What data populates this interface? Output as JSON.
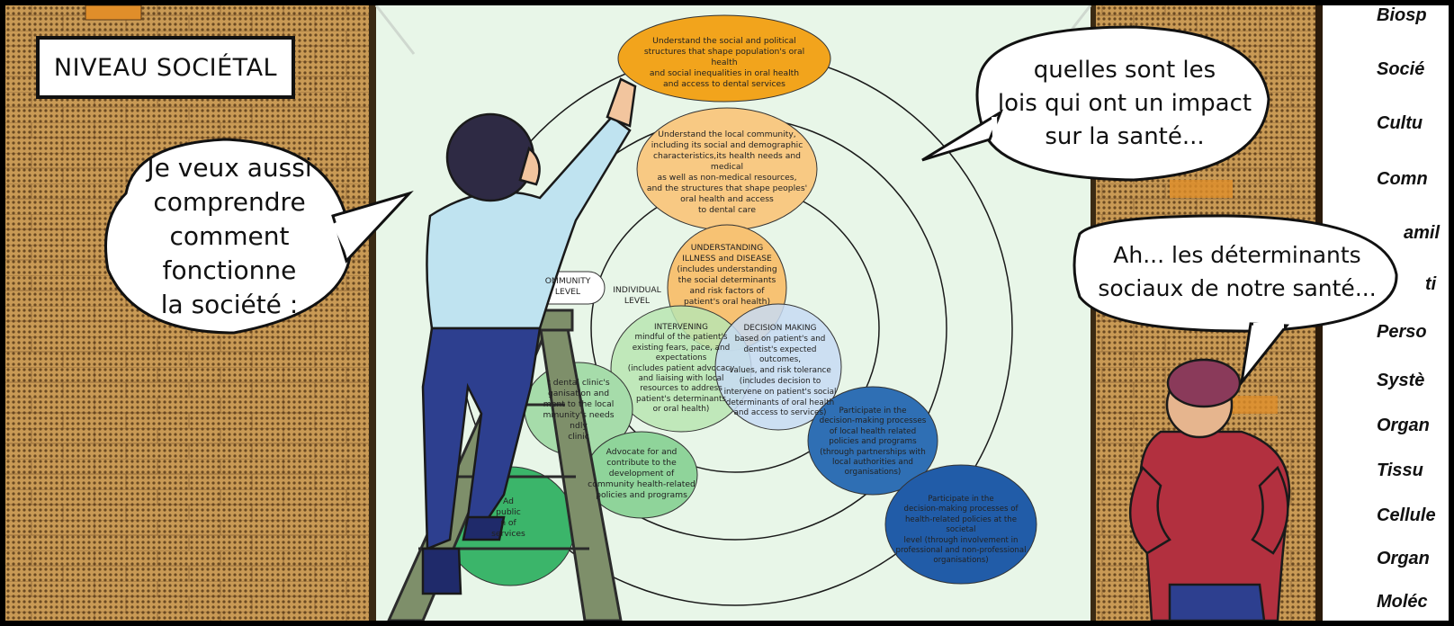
{
  "caption": {
    "text": "NIVEAU SOCIÉTAL"
  },
  "bubbles": {
    "left": [
      "Je veux aussi",
      "comprendre",
      "comment",
      "fonctionne",
      "la société :"
    ],
    "top_right": [
      "quelles sont les",
      "lois qui ont un impact",
      "sur la santé..."
    ],
    "right": [
      "Ah... les déterminants",
      "sociaux de notre santé..."
    ]
  },
  "diagram": {
    "societal_top": [
      "Understand the social and political",
      "structures that shape population's oral health",
      "and social inequalities in oral health",
      "and access to dental services"
    ],
    "community_top": [
      "Understand the local community,",
      "including its social and demographic",
      "characteristics,its health needs and medical",
      "as well as non-medical resources,",
      "and the structures that shape peoples'",
      "oral health and access",
      "to dental care"
    ],
    "understanding": [
      "UNDERSTANDING",
      "ILLNESS and DISEASE",
      "(includes understanding",
      "the social determinants",
      "and risk factors of",
      "patient's oral health)"
    ],
    "intervening": [
      "INTERVENING",
      "mindful of the patient's",
      "existing fears, pace, and",
      "expectations",
      "(includes patient advocacy",
      "and liaising with local",
      "resources to address",
      "patient's determinants",
      "or oral health)"
    ],
    "decision": [
      "DECISION MAKING",
      "based on patient's and",
      "dentist's expected outcomes,",
      "values, and risk tolerance",
      "(includes decision to",
      "intervene on patient's social",
      "determinants of oral health",
      "and access to services)"
    ],
    "community_label": [
      "OMMUNITY",
      "LEVEL"
    ],
    "individual_label": [
      "INDIVIDUAL",
      "LEVEL"
    ],
    "adapt_partial": [
      "t dental clinic's",
      "ganisation and",
      "ment to the local",
      "mmunity's needs",
      "ndly",
      "clinic"
    ],
    "advocate": [
      "Advocate for and",
      "contribute to the",
      "development of",
      "community health-related",
      "policies and programs"
    ],
    "participate_local": [
      "Participate in the",
      "decision-making processes",
      "of local health related",
      "policies and programs",
      "(through partnerships with",
      "local authorities and",
      "organisations)"
    ],
    "participate_societal": [
      "Participate in the",
      "decision-making processes of",
      "health-related policies at the societal",
      "level (through involvement in",
      "professional and non-professional",
      "organisations)"
    ],
    "advocate_public_partial": [
      "Ad",
      "public",
      "n of",
      "services"
    ]
  },
  "sidebar_list": [
    "Biosp",
    "Socié",
    "Cultu",
    "Comn",
    "amil",
    "ti",
    "Perso",
    "Systè",
    "Organ",
    "Tissu",
    "Cellule",
    "Organ",
    "Moléc"
  ],
  "colors": {
    "brick": "#c08a4a",
    "wall_bg": "#e8f6e8",
    "orange_dark": "#f2a41c",
    "orange_light": "#f8c983",
    "blue_dark": "#2f6fb4",
    "blue_darker": "#215ca8",
    "green_light": "#a6dcaa",
    "green_dark": "#3bb56a",
    "shirt_blue": "#bfe3f0",
    "jeans": "#2d3f8f",
    "red_jacket": "#b2303f"
  }
}
